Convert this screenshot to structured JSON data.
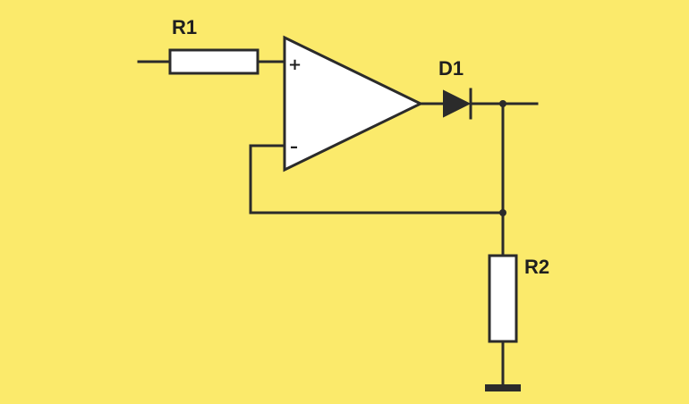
{
  "colors": {
    "background": "#fbea6b",
    "ink": "#2b2b2b",
    "component_fill": "#ffffff"
  },
  "components": {
    "r1": {
      "label": "R1"
    },
    "r2": {
      "label": "R2"
    },
    "d1": {
      "label": "D1"
    },
    "opamp": {
      "non_inverting_sign": "+",
      "inverting_sign": "–"
    }
  }
}
